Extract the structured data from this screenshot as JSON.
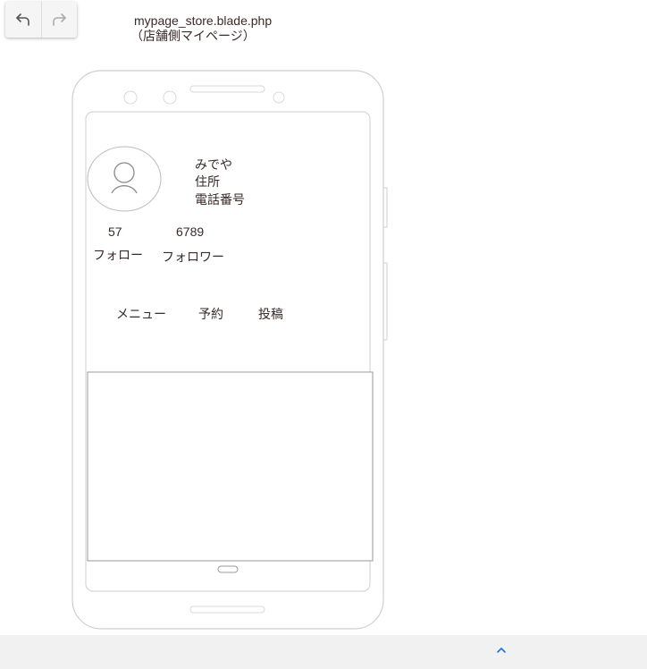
{
  "toolbar": {
    "undo_icon": "undo-icon",
    "redo_icon": "redo-icon"
  },
  "header": {
    "filename": "mypage_store.blade.php",
    "subtitle": "（店舗側マイページ）"
  },
  "profile": {
    "name": "みでや",
    "address_label": "住所",
    "phone_label": "電話番号"
  },
  "stats": {
    "follow_count": "57",
    "follow_label": "フォロー",
    "follower_count": "6789",
    "follower_label": "フォロワー"
  },
  "tabs": [
    {
      "label": "メニュー"
    },
    {
      "label": "予約"
    },
    {
      "label": "投稿"
    }
  ],
  "bottom_bar": {
    "collapse_icon": "chevron-up-icon",
    "accent": "#1a73e8"
  }
}
